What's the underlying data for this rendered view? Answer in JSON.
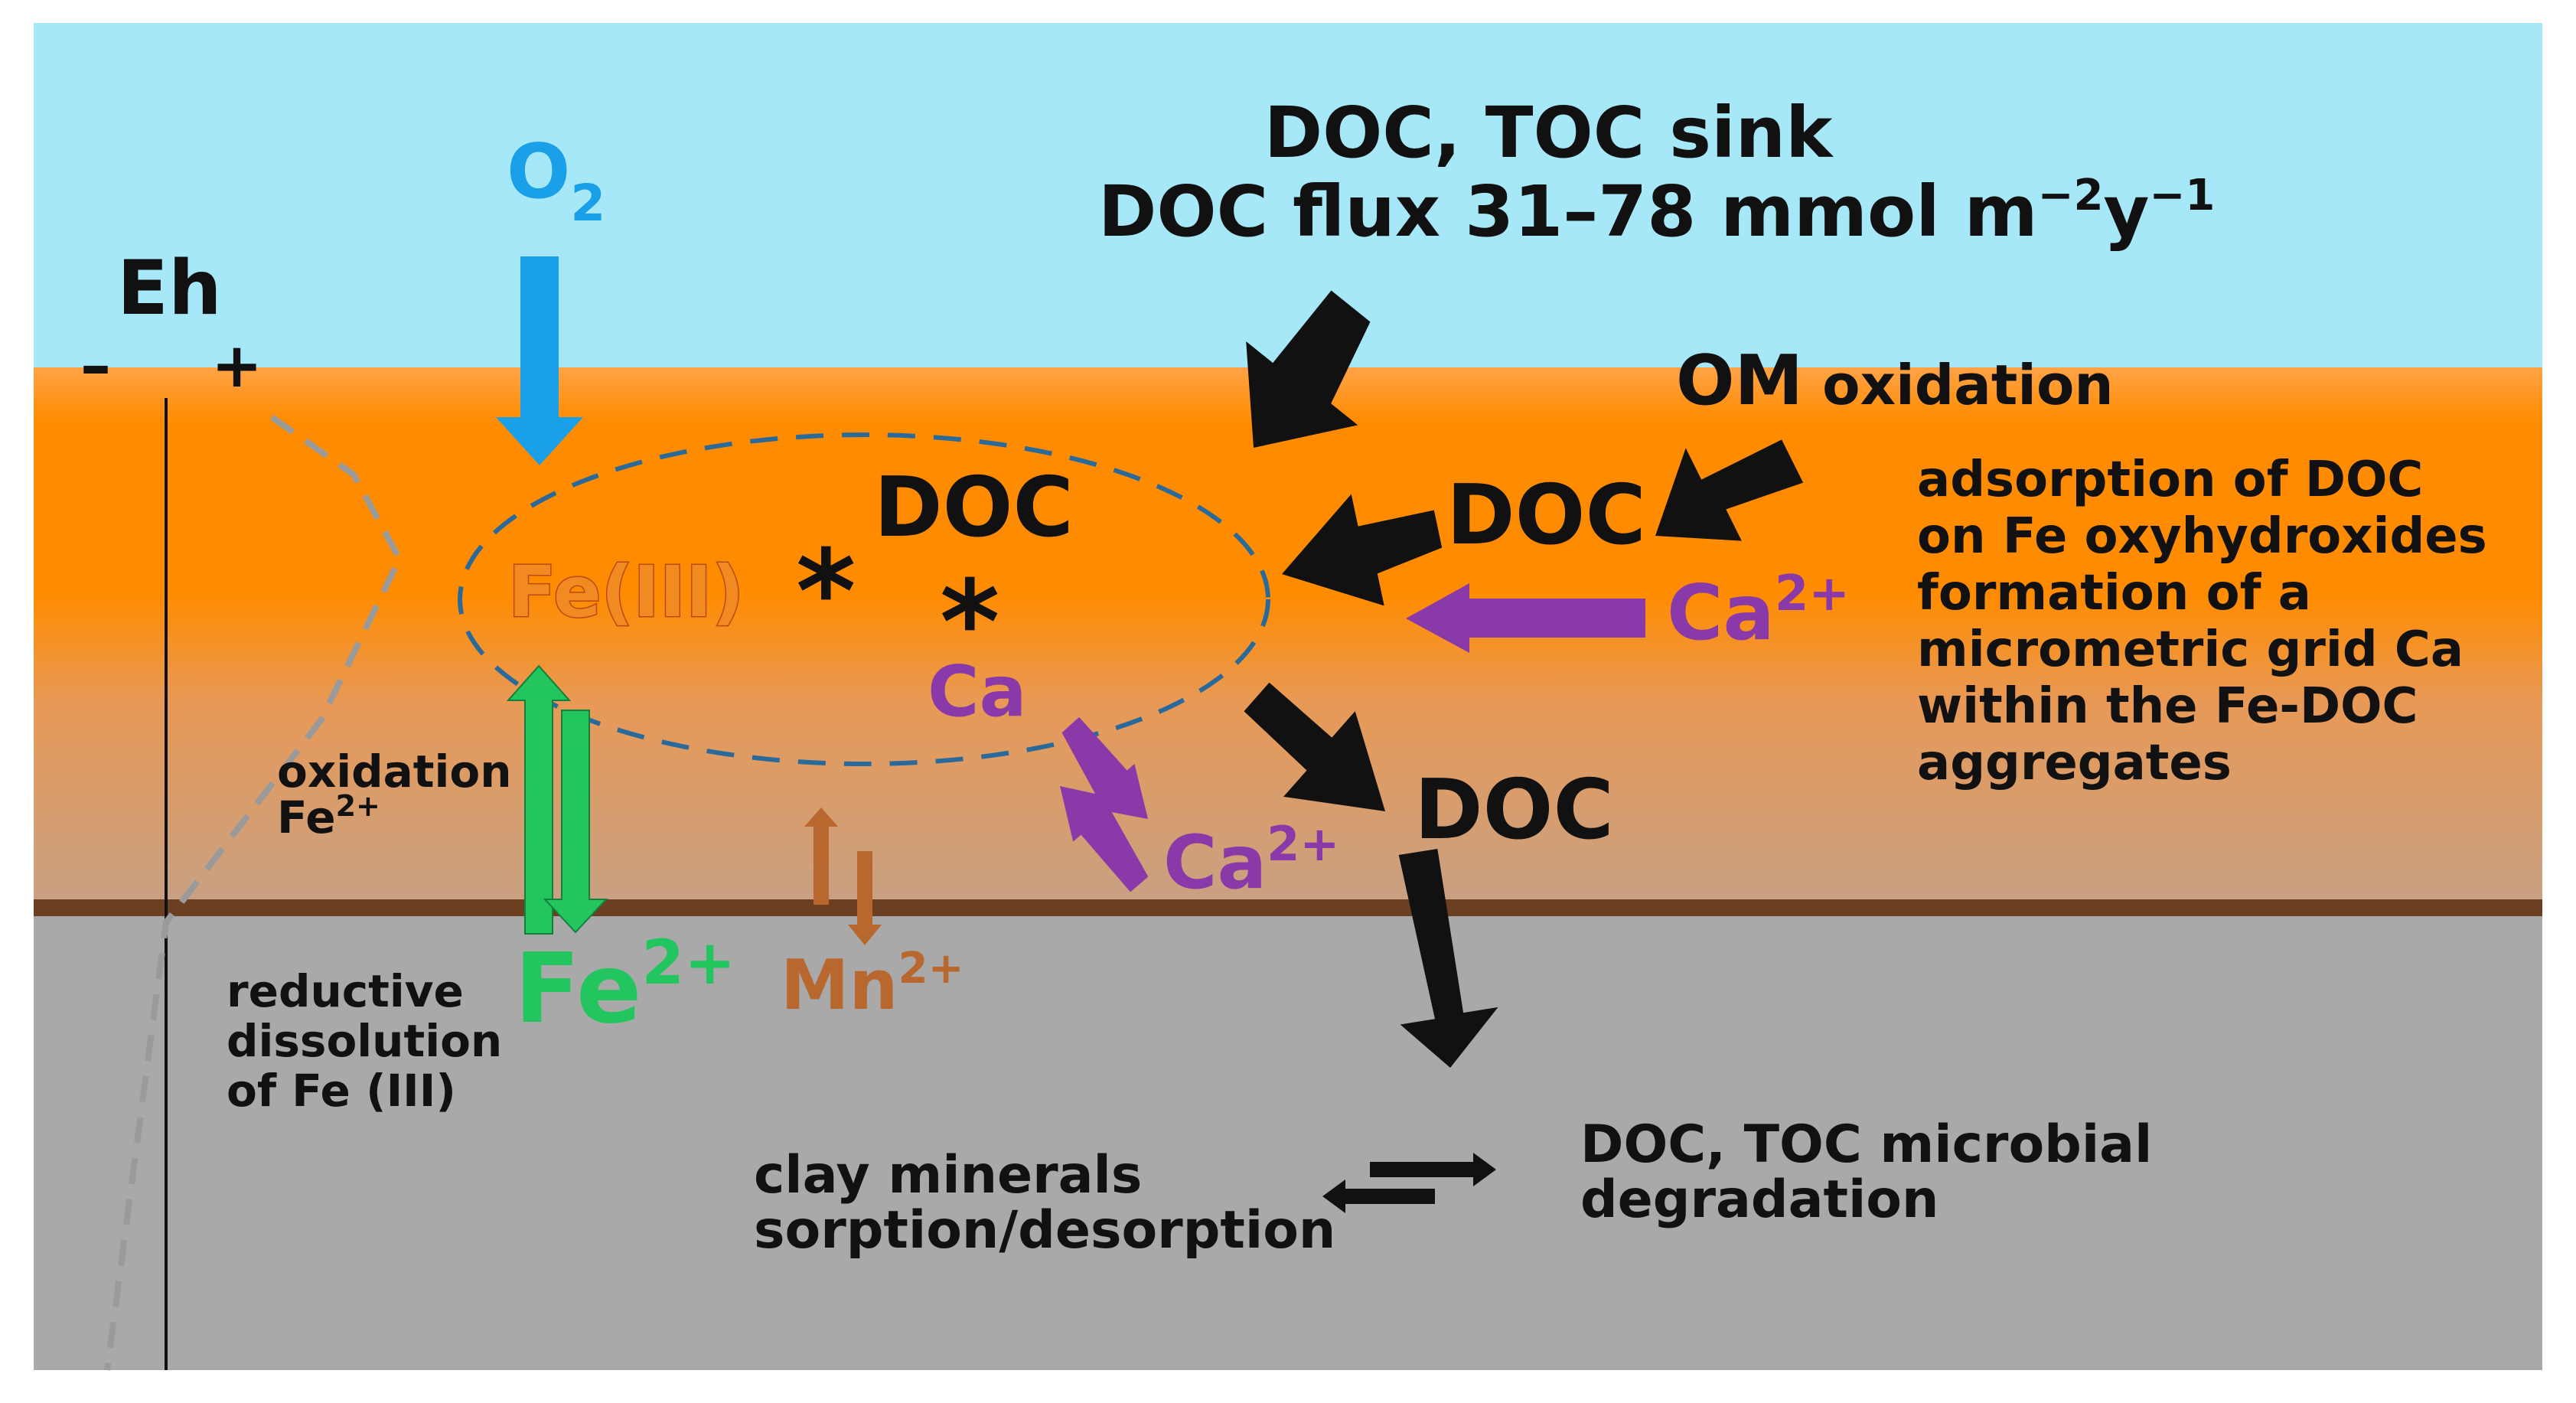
{
  "colors": {
    "water": "#a6e8f8",
    "orange": "#ff8c00",
    "sediment": "#a9a9a9",
    "interface_line": "#6b3f1f",
    "o2_blue": "#1aa0e8",
    "ca_purple": "#8a3aa8",
    "fe_green": "#22c55e",
    "mn_brown": "#b8672f",
    "ellipse_dash": "#2a6a9a",
    "eh_profile": "#9a9a9a"
  },
  "labels": {
    "sink_title": "DOC, TOC sink",
    "flux_main": "DOC flux 31–78 mmol m",
    "flux_exp1": "−2",
    "flux_unit_y": "y",
    "flux_exp2": "−1",
    "o2_main": "O",
    "o2_sub": "2",
    "eh": "Eh",
    "eh_minus": "–",
    "eh_plus": "+",
    "om_main": "OM",
    "om_rest": " oxidation",
    "doc_ellipse": "DOC",
    "doc_right": "DOC",
    "doc_lower": "DOC",
    "fe3": "Fe(III)",
    "asterisk": "*",
    "ca_ellipse": "Ca",
    "ca2_right_main": "Ca",
    "ca2_right_sup": "2+",
    "ca2_lower_main": "Ca",
    "ca2_lower_sup": "2+",
    "oxidation_line1": "oxidation",
    "oxidation_fe": "Fe",
    "oxidation_sup": "2+",
    "fe2_main": "Fe",
    "fe2_sup": "2+",
    "mn2_main": "Mn",
    "mn2_sup": "2+",
    "reductive_lines": [
      "reductive",
      "dissolution",
      "of Fe (III)"
    ],
    "adsorption_lines": [
      "adsorption of DOC",
      "on Fe oxyhydroxides",
      "formation of a",
      "micrometric grid Ca",
      "within the Fe-DOC",
      "aggregates"
    ],
    "clay_lines": [
      "clay minerals",
      "sorption/desorption"
    ],
    "degradation_lines": [
      "DOC, TOC microbial",
      "degradation"
    ]
  }
}
